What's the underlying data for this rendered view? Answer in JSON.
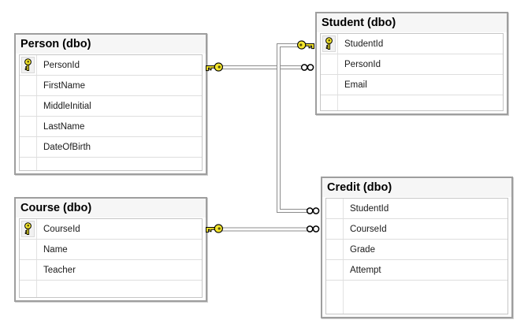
{
  "diagram": {
    "tables": [
      {
        "title": "Person (dbo)",
        "columns": [
          {
            "name": "PersonId",
            "primary_key": true
          },
          {
            "name": "FirstName",
            "primary_key": false
          },
          {
            "name": "MiddleInitial",
            "primary_key": false
          },
          {
            "name": "LastName",
            "primary_key": false
          },
          {
            "name": "DateOfBirth",
            "primary_key": false
          }
        ]
      },
      {
        "title": "Student (dbo)",
        "columns": [
          {
            "name": "StudentId",
            "primary_key": true
          },
          {
            "name": "PersonId",
            "primary_key": false
          },
          {
            "name": "Email",
            "primary_key": false
          }
        ]
      },
      {
        "title": "Course (dbo)",
        "columns": [
          {
            "name": "CourseId",
            "primary_key": true
          },
          {
            "name": "Name",
            "primary_key": false
          },
          {
            "name": "Teacher",
            "primary_key": false
          }
        ]
      },
      {
        "title": "Credit (dbo)",
        "columns": [
          {
            "name": "StudentId",
            "primary_key": false
          },
          {
            "name": "CourseId",
            "primary_key": false
          },
          {
            "name": "Grade",
            "primary_key": false
          },
          {
            "name": "Attempt",
            "primary_key": false
          }
        ]
      }
    ],
    "relationships": [
      {
        "name": "Person-Student",
        "one_end": {
          "table": "Person",
          "column": "PersonId",
          "symbol": "key"
        },
        "many_end": {
          "table": "Student",
          "column": "PersonId",
          "symbol": "infinity"
        }
      },
      {
        "name": "Student-Credit",
        "one_end": {
          "table": "Student",
          "column": "StudentId",
          "symbol": "key"
        },
        "many_end": {
          "table": "Credit",
          "column": "StudentId",
          "symbol": "infinity"
        }
      },
      {
        "name": "Course-Credit",
        "one_end": {
          "table": "Course",
          "column": "CourseId",
          "symbol": "key"
        },
        "many_end": {
          "table": "Credit",
          "column": "CourseId",
          "symbol": "infinity"
        }
      }
    ],
    "colors": {
      "canvas": "#ffffff",
      "table_border": "#9e9e9e",
      "grid_border": "#c6c6c6",
      "row_divider": "#dedede",
      "header_bg": "#f6f6f6",
      "line_gray": "#8c8c8c",
      "key_yellow": "#f5e62c",
      "key_outline": "#000000",
      "text": "#1a1a1a"
    }
  }
}
